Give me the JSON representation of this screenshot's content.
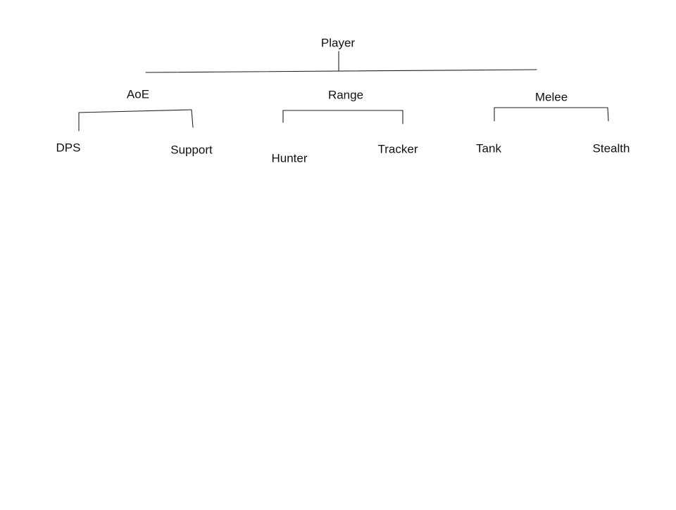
{
  "diagram": {
    "type": "tree",
    "root": "Player",
    "categories": [
      {
        "label": "AoE",
        "children": [
          "DPS",
          "Support"
        ]
      },
      {
        "label": "Range",
        "children": [
          "Hunter",
          "Tracker"
        ]
      },
      {
        "label": "Melee",
        "children": [
          "Tank",
          "Stealth"
        ]
      }
    ],
    "line_color": "#222222",
    "text_color": "#111111",
    "background": "#ffffff"
  }
}
